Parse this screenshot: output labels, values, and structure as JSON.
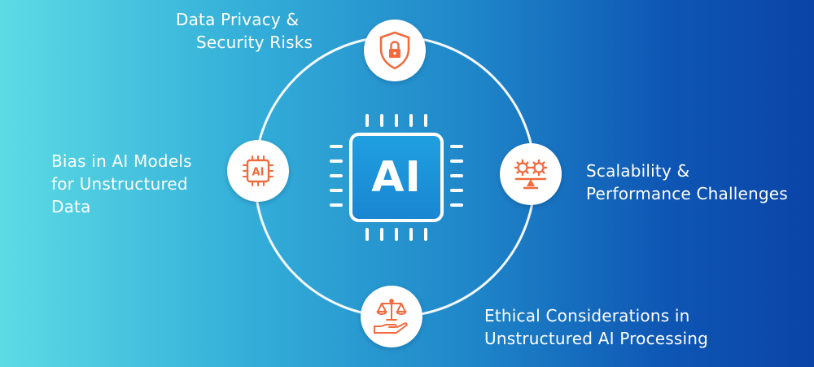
{
  "center": {
    "label": "AI"
  },
  "nodes": [
    {
      "icon": "shield-lock-icon",
      "lines": [
        "Data Privacy &",
        "Security Risks"
      ]
    },
    {
      "icon": "ai-chip-icon",
      "chip_text": "AI",
      "lines": [
        "Bias in AI Models",
        "for Unstructured",
        "Data"
      ]
    },
    {
      "icon": "gears-balance-icon",
      "lines": [
        "Scalability &",
        "Performance Challenges"
      ]
    },
    {
      "icon": "hand-scales-icon",
      "lines": [
        "Ethical Considerations in",
        "Unstructured AI Processing"
      ]
    }
  ],
  "colors": {
    "icon_orange": "#f26a3d",
    "node_fill": "#ffffff",
    "ring": "#ffffff",
    "chip_fill": "#1a8fd8"
  }
}
